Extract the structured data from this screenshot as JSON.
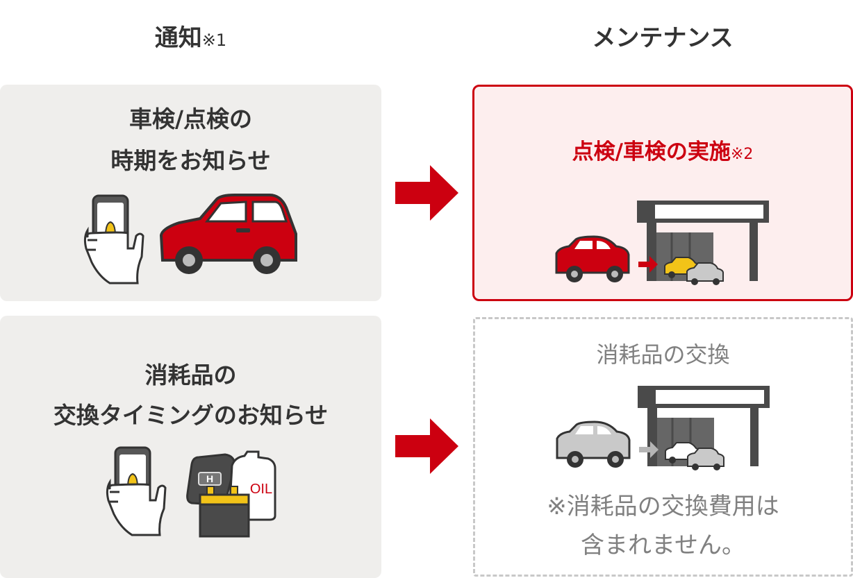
{
  "headers": {
    "left": "通知",
    "left_note": "※1",
    "right": "メンテナンス"
  },
  "notifications": [
    {
      "line1": "車検/点検の",
      "line2": "時期をお知らせ"
    },
    {
      "line1": "消耗品の",
      "line2": "交換タイミングのお知らせ"
    }
  ],
  "maintenance": [
    {
      "title": "点検/車検の実施",
      "note": "※2"
    },
    {
      "title": "消耗品の交換",
      "note_line1": "※消耗品の交換費用は",
      "note_line2": "含まれません。"
    }
  ],
  "oil_label": "OIL",
  "colors": {
    "accent_red": "#cc0010",
    "card_gray": "#efeeec",
    "highlight_bg": "#fdeeee",
    "muted_text": "#808080",
    "bell_yellow": "#f2c318"
  },
  "icons": [
    "smartphone-bell-icon",
    "red-car-icon",
    "oil-can-icon",
    "battery-icon",
    "car-key-icon",
    "service-station-icon",
    "arrow-right-icon"
  ]
}
